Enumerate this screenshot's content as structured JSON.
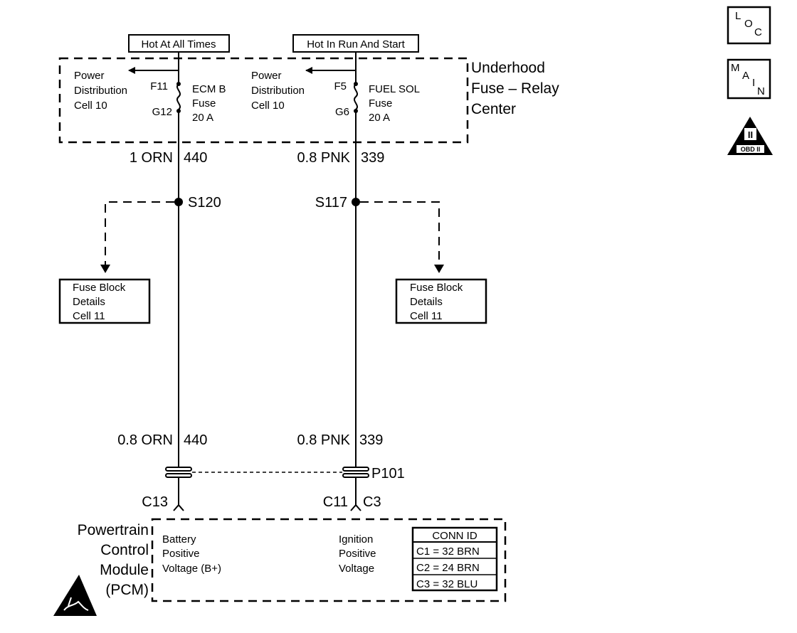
{
  "sources": {
    "hot_at_all_times": "Hot At All Times",
    "hot_in_run_and_start": "Hot In Run And Start"
  },
  "fuse_center": {
    "name_line1": "Underhood",
    "name_line2": "Fuse – Relay",
    "name_line3": "Center",
    "left_ref": [
      "Power",
      "Distribution",
      "Cell 10"
    ],
    "right_ref": [
      "Power",
      "Distribution",
      "Cell 10"
    ],
    "fuse_ecm": {
      "in_pin": "F11",
      "out_pin": "G12",
      "name": "ECM B",
      "type": "Fuse",
      "rating": "20 A"
    },
    "fuse_fuel": {
      "in_pin": "F5",
      "out_pin": "G6",
      "name": "FUEL SOL",
      "type": "Fuse",
      "rating": "20 A"
    }
  },
  "wires": {
    "left_top_size_color": "1 ORN",
    "left_top_circuit": "440",
    "right_top_size_color": "0.8 PNK",
    "right_top_circuit": "339",
    "left_bottom_size_color": "0.8 ORN",
    "left_bottom_circuit": "440",
    "right_bottom_size_color": "0.8 PNK",
    "right_bottom_circuit": "339"
  },
  "splices": {
    "left": "S120",
    "right": "S117"
  },
  "fuse_block_refs": {
    "left": [
      "Fuse Block",
      "Details",
      "Cell 11"
    ],
    "right": [
      "Fuse Block",
      "Details",
      "Cell 11"
    ]
  },
  "connector": {
    "name": "P101"
  },
  "pins": {
    "left": "C13",
    "right_a": "C11",
    "right_b": "C3"
  },
  "module": {
    "name_line1": "Powertrain",
    "name_line2": "Control",
    "name_line3": "Module",
    "name_line4": "(PCM)",
    "input_left": [
      "Battery",
      "Positive",
      "Voltage (B+)"
    ],
    "input_right": [
      "Ignition",
      "Positive",
      "Voltage"
    ]
  },
  "conn_id": {
    "title": "CONN ID",
    "rows": [
      "C1 = 32 BRN",
      "C2 = 24 BRN",
      "C3 = 32 BLU"
    ]
  },
  "icons": {
    "loc": [
      "L",
      "O",
      "C"
    ],
    "main": [
      "M",
      "A",
      "I",
      "N"
    ],
    "obd": {
      "numeral": "II",
      "label": "OBD II"
    }
  }
}
